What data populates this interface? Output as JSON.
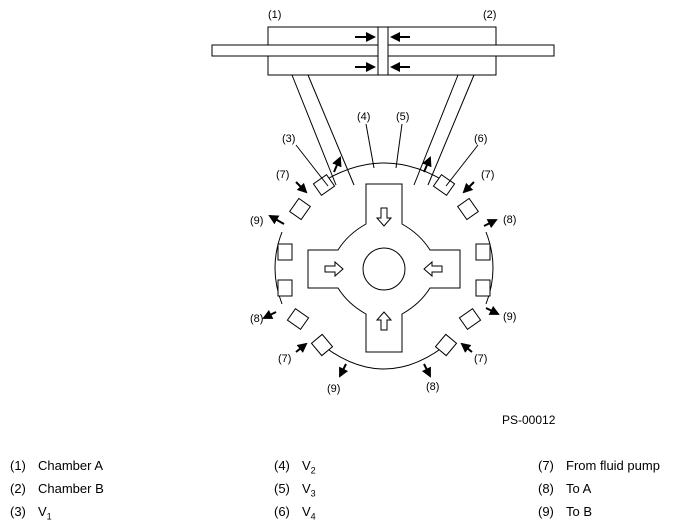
{
  "callouts": {
    "c1": "(1)",
    "c2": "(2)",
    "c3": "(3)",
    "c4": "(4)",
    "c5": "(5)",
    "c6": "(6)",
    "c7": "(7)",
    "c8": "(8)",
    "c9": "(9)"
  },
  "figure_code": "PS-00012",
  "legend": [
    {
      "num": "(1)",
      "text": "Chamber A",
      "sub": ""
    },
    {
      "num": "(2)",
      "text": "Chamber B",
      "sub": ""
    },
    {
      "num": "(3)",
      "text": "V",
      "sub": "1"
    },
    {
      "num": "(4)",
      "text": "V",
      "sub": "2"
    },
    {
      "num": "(5)",
      "text": "V",
      "sub": "3"
    },
    {
      "num": "(6)",
      "text": "V",
      "sub": "4"
    },
    {
      "num": "(7)",
      "text": "From fluid pump",
      "sub": ""
    },
    {
      "num": "(8)",
      "text": "To A",
      "sub": ""
    },
    {
      "num": "(9)",
      "text": "To B",
      "sub": ""
    }
  ]
}
